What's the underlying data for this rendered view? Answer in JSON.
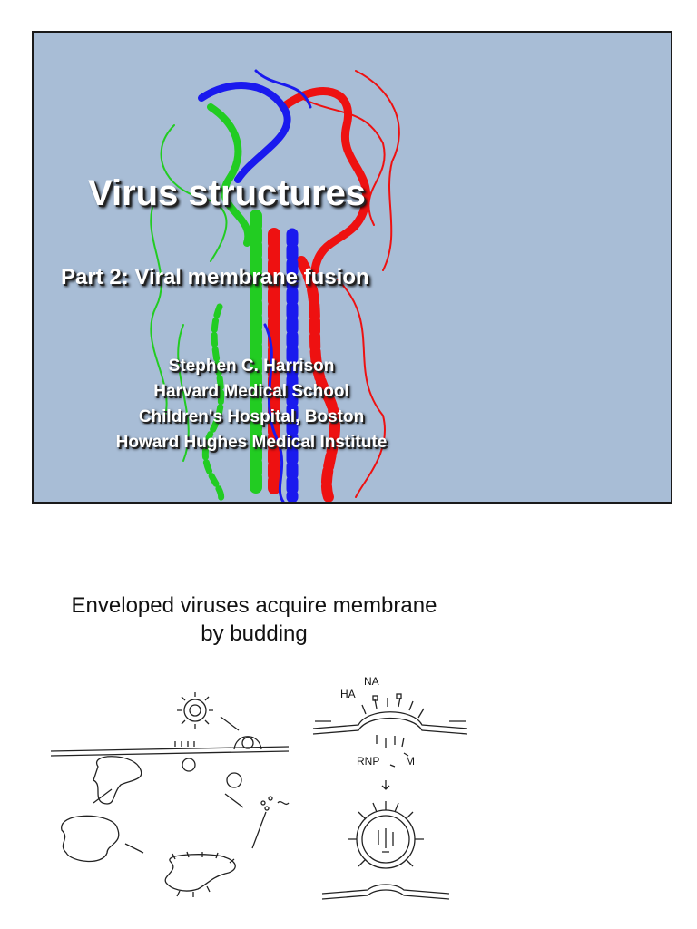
{
  "slide1": {
    "title": "Virus structures",
    "subtitle": "Part 2: Viral membrane fusion",
    "authors": [
      "Stephen C. Harrison",
      "Harvard Medical School",
      "Children's Hospital, Boston",
      "Howard Hughes Medical Institute"
    ],
    "background_color": "#a8bdd6",
    "ribbon_colors": [
      "#22cc22",
      "#1a1aee",
      "#ee1111"
    ]
  },
  "slide2": {
    "title_line1": "Enveloped viruses acquire membrane",
    "title_line2": "by budding",
    "labels": {
      "na": "NA",
      "ha": "HA",
      "rnp": "RNP",
      "m": "M"
    }
  }
}
